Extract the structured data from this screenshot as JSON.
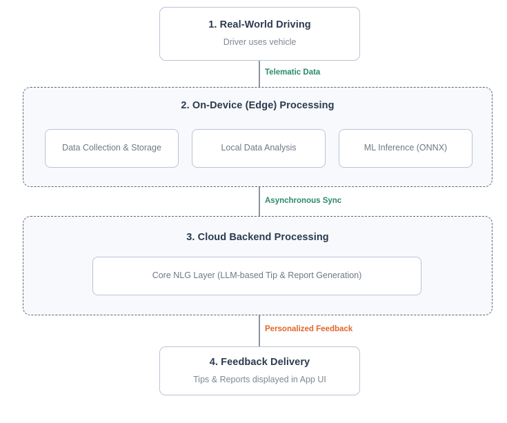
{
  "diagram": {
    "type": "flowchart",
    "orientation": "top-to-bottom",
    "background_color": "#ffffff",
    "title_color": "#2b3a4f",
    "subtitle_color": "#7d8795",
    "node_border_color": "#b9c4d4",
    "group_fill_color": "#f7f9fc",
    "group_border_color": "#5b6472",
    "connector_color": "#8a94a3"
  },
  "stages": {
    "stage1": {
      "title": "1. Real-World Driving",
      "subtitle": "Driver uses vehicle"
    },
    "stage2": {
      "title": "2. On-Device (Edge) Processing",
      "items": [
        {
          "label": "Data Collection & Storage"
        },
        {
          "label": "Local Data Analysis"
        },
        {
          "label": "ML Inference (ONNX)"
        }
      ]
    },
    "stage3": {
      "title": "3. Cloud Backend Processing",
      "items": [
        {
          "label": "Core NLG Layer (LLM-based Tip & Report Generation)"
        }
      ]
    },
    "stage4": {
      "title": "4. Feedback Delivery",
      "subtitle": "Tips & Reports displayed in App UI"
    }
  },
  "edges": [
    {
      "id": "edge-telematic-data",
      "label": "Telematic Data",
      "color": "#2a8a6b",
      "from": "stage1",
      "to": "stage2"
    },
    {
      "id": "edge-asynchronous-sync",
      "label": "Asynchronous Sync",
      "color": "#2a8a6b",
      "from": "stage2",
      "to": "stage3"
    },
    {
      "id": "edge-personalized-feedback",
      "label": "Personalized Feedback",
      "color": "#e2662a",
      "from": "stage3",
      "to": "stage4"
    }
  ]
}
